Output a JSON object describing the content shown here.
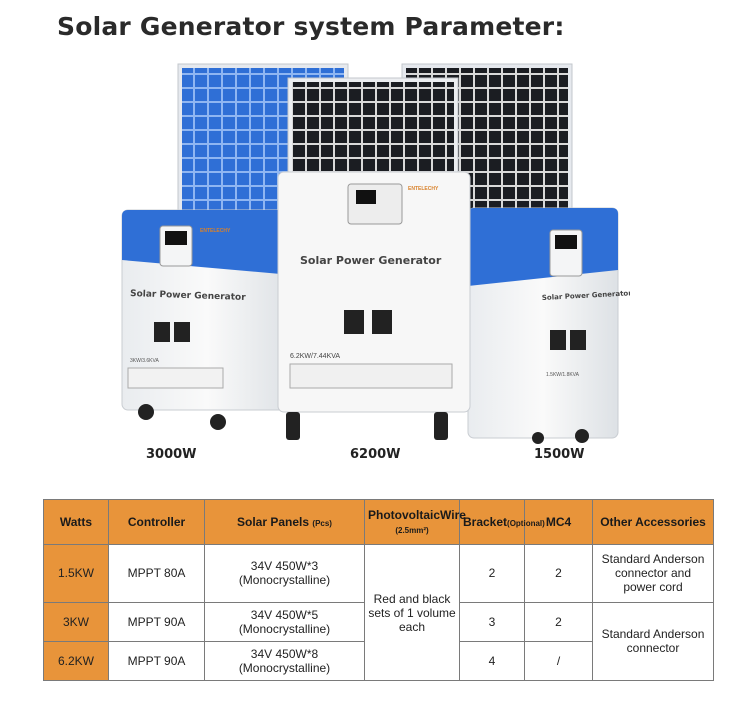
{
  "title": "Solar Generator system Parameter:",
  "product_image": {
    "large_unit_label": "Solar Power Generator",
    "large_unit_rating": "6.2KW/7.44KVA",
    "left_unit_label": "Solar Power Generator",
    "left_unit_rating": "3KW/3.6KVA",
    "right_unit_label": "Solar Power Generator",
    "right_unit_rating": "1.5KW/1.8KVA",
    "brand": "ENTELECHY"
  },
  "captions": {
    "left": "3000W",
    "center": "6200W",
    "right": "1500W"
  },
  "colors": {
    "header_bg": "#e8943a",
    "border": "#7a7a7a",
    "panel_blue": "#2f6fd6",
    "panel_dark": "#1b1d22"
  },
  "table": {
    "headers": {
      "watts": "Watts",
      "controller": "Controller",
      "solar_panels": "Solar Panels",
      "solar_panels_sub": "(Pcs)",
      "pv_wire_line1": "Photovoltaic",
      "pv_wire_line2": "Wire",
      "pv_wire_sub": "(2.5mm²)",
      "bracket": "Bracket",
      "bracket_sub": "(Optional)",
      "mc4": "MC4",
      "other": "Other Accessories"
    },
    "rows": [
      {
        "watts": "1.5KW",
        "controller": "MPPT   80A",
        "panels_line1": "34V 450W*3",
        "panels_line2": "(Monocrystalline)",
        "bracket": "2",
        "mc4": "2"
      },
      {
        "watts": "3KW",
        "controller": "MPPT  90A",
        "panels_line1": "34V 450W*5",
        "panels_line2": "(Monocrystalline)",
        "bracket": "3",
        "mc4": "2"
      },
      {
        "watts": "6.2KW",
        "controller": "MPPT  90A",
        "panels_line1": "34V 450W*8",
        "panels_line2": "(Monocrystalline)",
        "bracket": "4",
        "mc4": "/"
      }
    ],
    "pv_wire_merged": {
      "line1": "Red and black",
      "line2": "sets of 1 volume",
      "line3": "each"
    },
    "other_row1": {
      "line1": "Standard Anderson",
      "line2": "connector and",
      "line3": "power cord"
    },
    "other_rows23": {
      "line1": "Standard Anderson",
      "line2": "connector"
    }
  }
}
